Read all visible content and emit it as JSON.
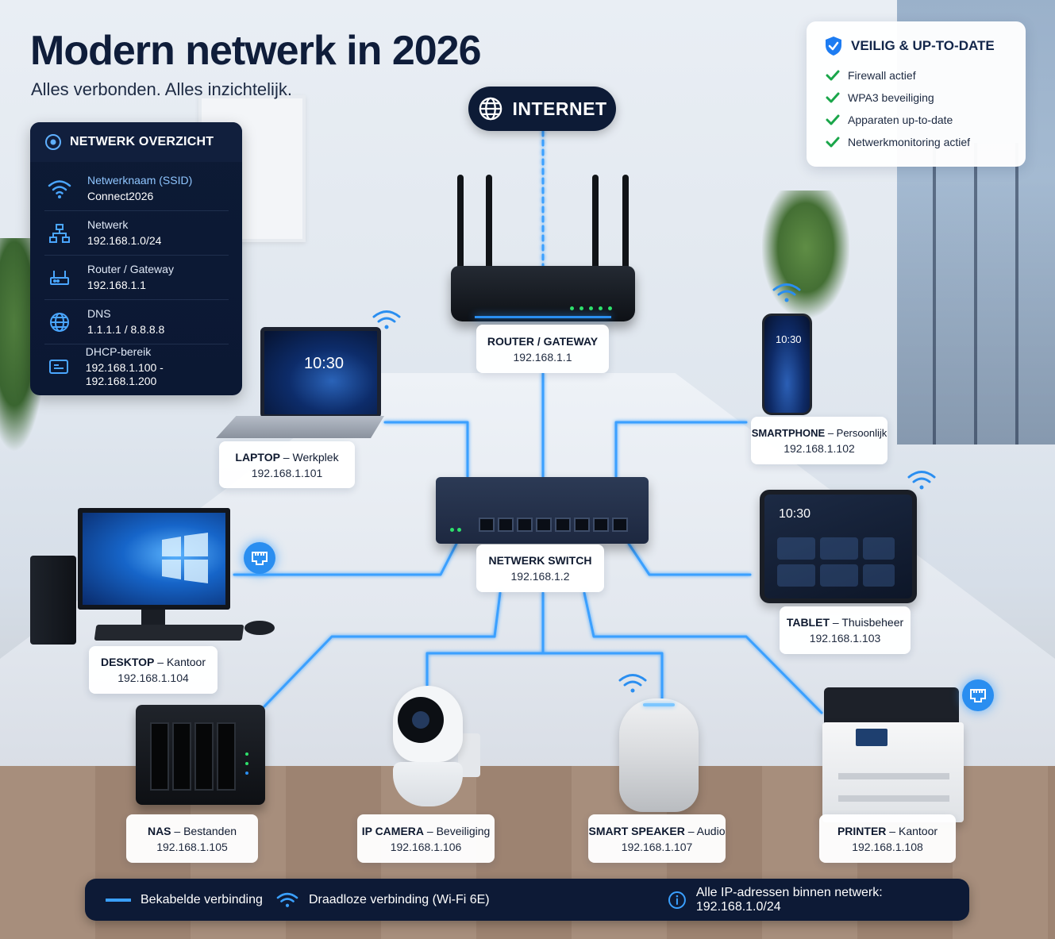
{
  "header": {
    "title": "Modern netwerk in 2026",
    "subtitle": "Alles verbonden. Alles inzichtelijk."
  },
  "overview": {
    "title": "NETWERK OVERZICHT",
    "rows": [
      {
        "label": "Netwerknaam (SSID)",
        "value": "Connect2026",
        "icon": "wifi-icon"
      },
      {
        "label": "Netwerk",
        "value": "192.168.1.0/24",
        "icon": "network-topology-icon"
      },
      {
        "label": "Router / Gateway",
        "value": "192.168.1.1",
        "icon": "router-icon"
      },
      {
        "label": "DNS",
        "value": "1.1.1.1 / 8.8.8.8",
        "icon": "globe-icon"
      },
      {
        "label": "DHCP-bereik",
        "value": "192.168.1.100 - 192.168.1.200",
        "icon": "dhcp-icon"
      }
    ]
  },
  "security": {
    "title": "VEILIG & UP-TO-DATE",
    "items": [
      "Firewall actief",
      "WPA3 beveiliging",
      "Apparaten up-to-date",
      "Netwerkmonitoring actief"
    ]
  },
  "internet": {
    "label": "INTERNET"
  },
  "devices": {
    "router": {
      "name": "ROUTER / GATEWAY",
      "suffix": "",
      "ip": "192.168.1.1"
    },
    "switch": {
      "name": "NETWERK SWITCH",
      "suffix": "",
      "ip": "192.168.1.2"
    },
    "laptop": {
      "name": "LAPTOP",
      "suffix": " – Werkplek",
      "ip": "192.168.1.101",
      "screen_time": "10:30"
    },
    "smartphone": {
      "name": "SMARTPHONE",
      "suffix": " – Persoonlijk",
      "ip": "192.168.1.102",
      "screen_time": "10:30"
    },
    "tablet": {
      "name": "TABLET",
      "suffix": " – Thuisbeheer",
      "ip": "192.168.1.103",
      "screen_time": "10:30"
    },
    "desktop": {
      "name": "DESKTOP",
      "suffix": " – Kantoor",
      "ip": "192.168.1.104"
    },
    "nas": {
      "name": "NAS",
      "suffix": " – Bestanden",
      "ip": "192.168.1.105"
    },
    "camera": {
      "name": "IP CAMERA",
      "suffix": " – Beveiliging",
      "ip": "192.168.1.106"
    },
    "speaker": {
      "name": "SMART SPEAKER",
      "suffix": " – Audio",
      "ip": "192.168.1.107"
    },
    "printer": {
      "name": "PRINTER",
      "suffix": " – Kantoor",
      "ip": "192.168.1.108"
    }
  },
  "legend": {
    "wired": "Bekabelde verbinding",
    "wireless": "Draadloze verbinding (Wi-Fi 6E)",
    "info": "Alle IP-adressen binnen netwerk: 192.168.1.0/24"
  },
  "colors": {
    "navy": "#0d1a36",
    "link_blue": "#3aa0ff",
    "check_green": "#1aa64a",
    "shield_blue": "#1d7cf2"
  }
}
